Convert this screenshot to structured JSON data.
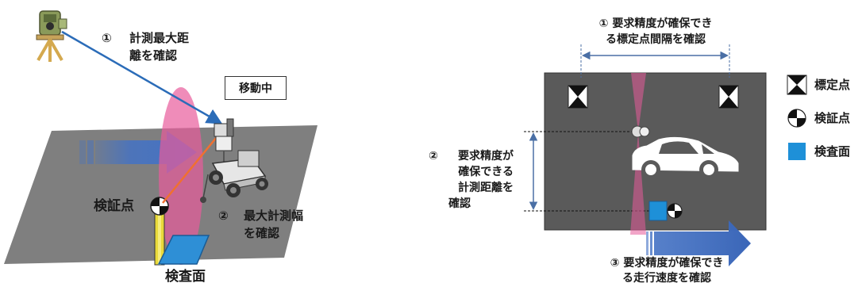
{
  "left_figure": {
    "step1_num": "①",
    "step1_line1": "計測最大距",
    "step1_line2": "離を確認",
    "moving_label": "移動中",
    "verification_point_label": "検証点",
    "step2_num": "②",
    "step2_line1": "最大計測幅",
    "step2_line2": "を確認",
    "inspection_surface_label": "検査面"
  },
  "right_figure": {
    "step1_line1": "①  要求精度が確保でき",
    "step1_line2": "る標定点間隔を確認",
    "step2_num": "②",
    "step2_line1": "要求精度が",
    "step2_line2": "確保できる",
    "step2_line3": "計測距離を",
    "step2_line4": "確認",
    "step3_line1": "③  要求精度が確保でき",
    "step3_line2": "る走行速度を確認"
  },
  "legend": {
    "items": [
      {
        "label": "標定点",
        "icon": "control-point-icon"
      },
      {
        "label": "検証点",
        "icon": "verification-point-icon"
      },
      {
        "label": "検査面",
        "icon": "inspection-surface-swatch",
        "color": "#1e90d8"
      }
    ]
  },
  "colors": {
    "ground": "#7f7f7f",
    "dark_surface": "#5a5a5a",
    "arrow_blue": "#4472c4",
    "laser_pink": "#e85b9b",
    "dimension_line": "#4a6fa5"
  }
}
